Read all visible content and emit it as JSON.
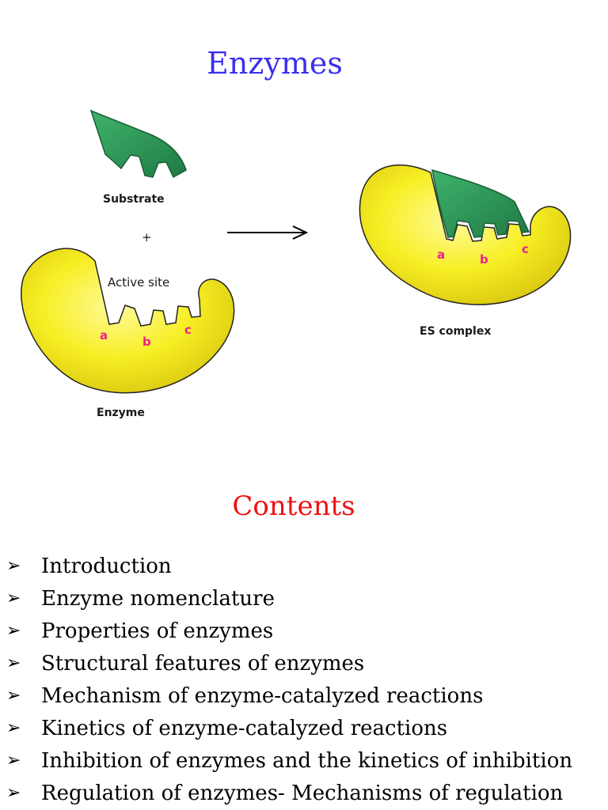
{
  "title": "Enzymes",
  "diagram": {
    "substrate_label": "Substrate",
    "plus": "+",
    "active_site_label": "Active site",
    "enzyme_label": "Enzyme",
    "es_complex_label": "ES complex",
    "sites": [
      "a",
      "b",
      "c"
    ],
    "colors": {
      "enzyme": "#f5ec1c",
      "substrate": "#2e9e5b",
      "sites": "#ee1f8f"
    }
  },
  "contents": {
    "title": "Contents",
    "items": [
      "Introduction",
      "Enzyme nomenclature",
      "Properties of enzymes",
      "Structural features of enzymes",
      "Mechanism of enzyme-catalyzed reactions",
      "Kinetics of enzyme-catalyzed reactions",
      "Inhibition of enzymes and the kinetics of inhibition",
      "Regulation of enzymes- Mechanisms of regulation"
    ]
  }
}
